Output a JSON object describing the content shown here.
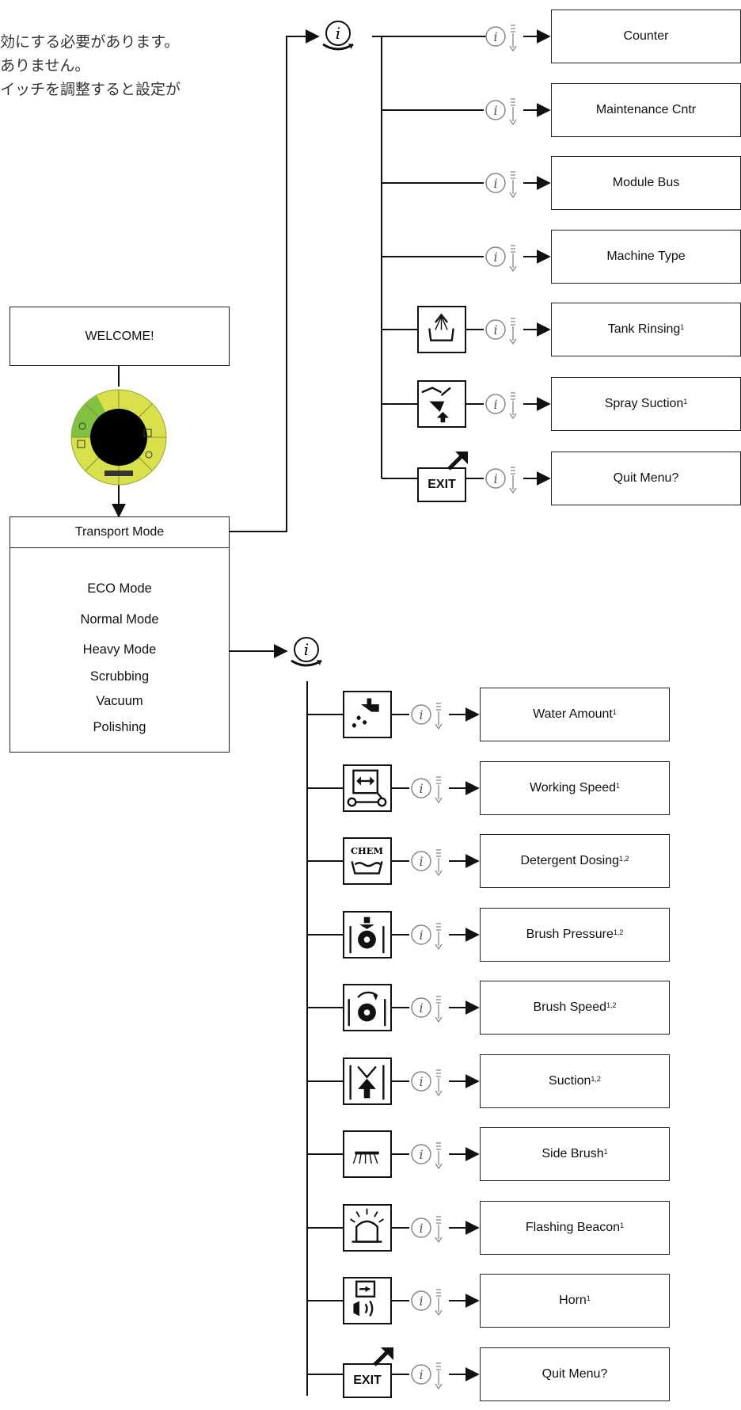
{
  "intro_lines": [
    "効にする必要があります。",
    "ありません。",
    "イッチを調整すると設定が"
  ],
  "welcome": "WELCOME!",
  "transport_mode": "Transport Mode",
  "modes": [
    "ECO Mode",
    "Normal Mode",
    "Heavy Mode",
    "Scrubbing",
    "Vacuum",
    "Polishing"
  ],
  "top_menu": [
    {
      "label": "Counter",
      "sup": "",
      "icon": ""
    },
    {
      "label": "Maintenance Cntr",
      "sup": "",
      "icon": ""
    },
    {
      "label": "Module Bus",
      "sup": "",
      "icon": ""
    },
    {
      "label": "Machine Type",
      "sup": "",
      "icon": ""
    },
    {
      "label": "Tank Rinsing",
      "sup": "1",
      "icon": "tank-rinsing-icon"
    },
    {
      "label": "Spray Suction",
      "sup": "1",
      "icon": "spray-suction-icon"
    },
    {
      "label": "Quit Menu?",
      "sup": "",
      "icon": "exit-icon"
    }
  ],
  "bottom_menu": [
    {
      "label": "Water Amount",
      "sup": "1",
      "icon": "water-tap-icon"
    },
    {
      "label": "Working Speed",
      "sup": "1",
      "icon": "working-speed-icon"
    },
    {
      "label": "Detergent Dosing",
      "sup": "1,2",
      "icon": "chem-dosing-icon"
    },
    {
      "label": "Brush Pressure",
      "sup": "1,2",
      "icon": "brush-pressure-icon"
    },
    {
      "label": "Brush Speed",
      "sup": "1,2",
      "icon": "brush-speed-icon"
    },
    {
      "label": "Suction",
      "sup": "1,2",
      "icon": "suction-icon"
    },
    {
      "label": "Side Brush",
      "sup": "1",
      "icon": "side-brush-icon"
    },
    {
      "label": "Flashing Beacon",
      "sup": "1",
      "icon": "flashing-beacon-icon"
    },
    {
      "label": "Horn",
      "sup": "1",
      "icon": "horn-icon"
    },
    {
      "label": "Quit Menu?",
      "sup": "",
      "icon": "exit-icon"
    }
  ],
  "exit_label": "EXIT",
  "icon_i": "i",
  "colors": {
    "line": "#111111",
    "wheel_yellow": "#d8e04a",
    "wheel_green": "#7fc242"
  }
}
